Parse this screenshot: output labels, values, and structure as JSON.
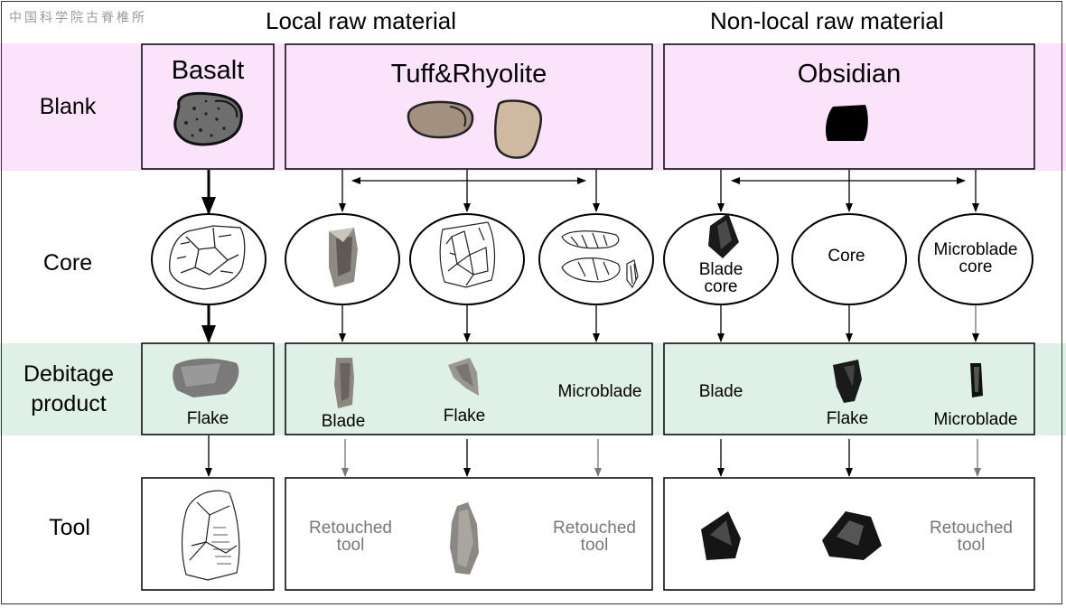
{
  "watermark": "中国科学院古脊椎所",
  "headers": {
    "local": "Local raw material",
    "nonlocal": "Non-local raw material"
  },
  "rows": {
    "blank": "Blank",
    "core": "Core",
    "debitage": "Debitage\nproduct",
    "tool": "Tool"
  },
  "materials": {
    "basalt": "Basalt",
    "tuff": "Tuff&Rhyolite",
    "obsidian": "Obsidian"
  },
  "core_labels": {
    "blade_core": "Blade\ncore",
    "core": "Core",
    "microblade_core": "Microblade\ncore"
  },
  "debitage_labels": {
    "basalt_flake": "Flake",
    "tuff_blade": "Blade",
    "tuff_flake": "Flake",
    "tuff_microblade": "Microblade",
    "obs_blade": "Blade",
    "obs_flake": "Flake",
    "obs_microblade": "Microblade"
  },
  "tool_labels": {
    "tuff_retouched_1": "Retouched\ntool",
    "tuff_retouched_2": "Retouched\ntool",
    "obs_retouched": "Retouched\ntool"
  },
  "colors": {
    "blank_band": "#fbe4fb",
    "debitage_band": "#dff1e6",
    "basalt": "#6e6e6e",
    "tuff_dark": "#a2917f",
    "tuff_light": "#cfb9a0",
    "obsidian": "#000000",
    "grey_text": "#777777"
  }
}
